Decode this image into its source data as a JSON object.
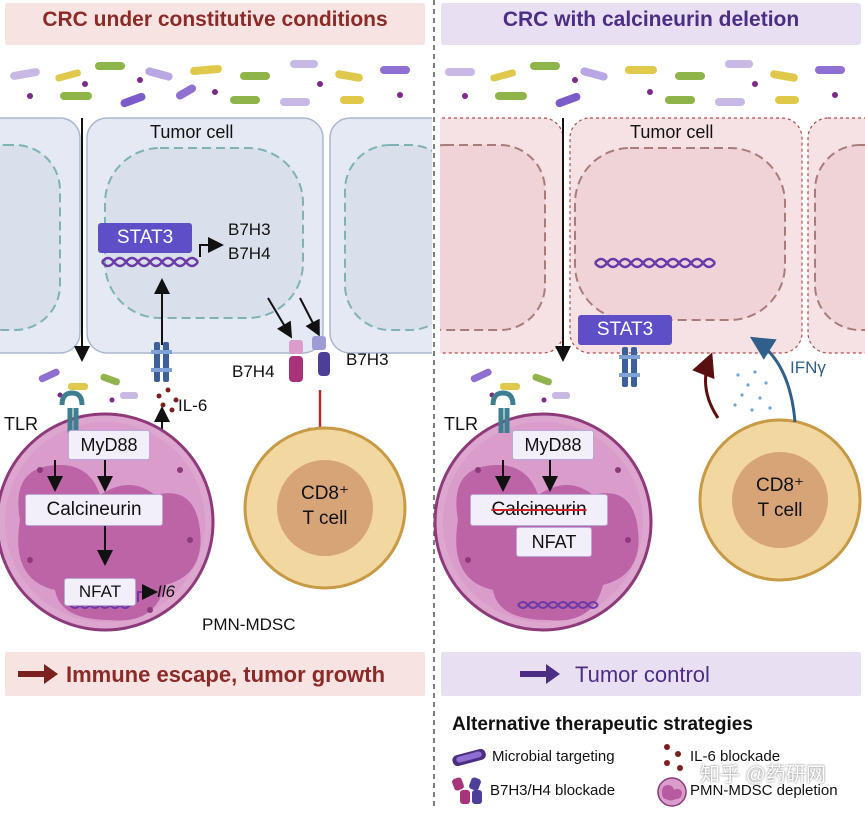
{
  "left_panel": {
    "title": "CRC under constitutive conditions",
    "tumor_cell_label": "Tumor cell",
    "stat3_label": "STAT3",
    "b7h3_label": "B7H3",
    "b7h4_label": "B7H4",
    "b7h4_receptor_label": "B7H4",
    "b7h3_receptor_label": "B7H3",
    "il6_label": "IL-6",
    "tlr_label": "TLR",
    "myd88_label": "MyD88",
    "calcineurin_label": "Calcineurin",
    "nfat_label": "NFAT",
    "il6_gene_label": "Il6",
    "cd8_label": "CD8⁺",
    "tcell_label": "T cell",
    "pmn_label": "PMN-MDSC",
    "outcome_label": "Immune escape, tumor growth"
  },
  "right_panel": {
    "title": "CRC with calcineurin deletion",
    "tumor_cell_label": "Tumor cell",
    "stat3_label": "STAT3",
    "ifng_label": "IFNγ",
    "tlr_label": "TLR",
    "myd88_label": "MyD88",
    "calcineurin_label": "Calcineurin",
    "nfat_label": "NFAT",
    "cd8_label": "CD8⁺",
    "tcell_label": "T cell",
    "outcome_label": "Tumor control"
  },
  "legend": {
    "title": "Alternative therapeutic strategies",
    "microbial": "Microbial targeting",
    "il6_blockade": "IL-6 blockade",
    "b7_blockade": "B7H3/H4 blockade",
    "pmn_depletion": "PMN-MDSC depletion"
  },
  "watermark": "知乎 @药研网",
  "colors": {
    "left_header_bg": "#f7e3e1",
    "left_header_text": "#8c2a28",
    "right_header_bg": "#e8e0f2",
    "right_header_text": "#4b2e84",
    "stat3": "#5e4fc7",
    "dna": "#6a3aa8",
    "pmn_cell": "#d99ccb",
    "tcell_outer": "#f2d8a0",
    "tcell_inner": "#d7a478",
    "left_arrow": "#7b1f1f",
    "right_arrow": "#4b2e84"
  }
}
